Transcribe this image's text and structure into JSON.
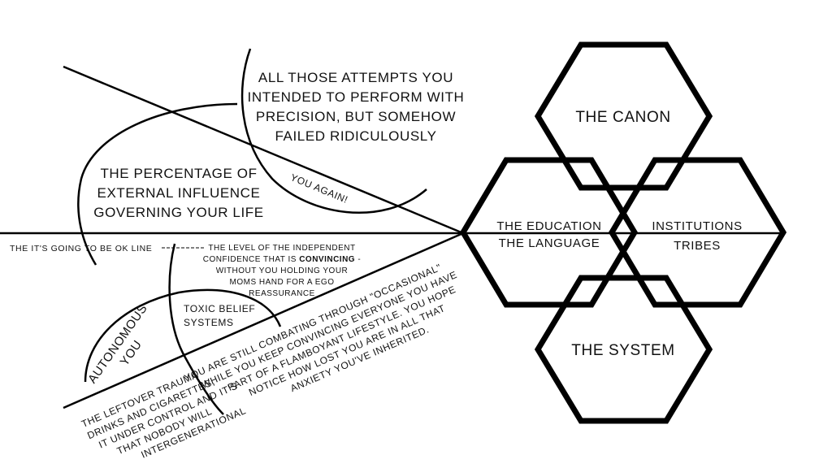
{
  "hexagons": {
    "top": "THE CANON",
    "left_line1": "THE EDUCATION",
    "left_line2": "THE LANGUAGE",
    "right_line1": "INSTITUTIONS",
    "right_line2": "TRIBES",
    "bottom": "THE SYSTEM"
  },
  "attempts": {
    "line1": "ALL THOSE ATTEMPTS YOU",
    "line2": "INTENDED TO PERFORM WITH",
    "line3": "PRECISION, BUT SOMEHOW",
    "line4": "FAILED RIDICULOUSLY"
  },
  "you_again": "YOU AGAIN!",
  "influence": {
    "line1": "THE PERCENTAGE OF",
    "line2": "EXTERNAL INFLUENCE",
    "line3": "GOVERNING YOUR LIFE"
  },
  "ok_line": "THE IT'S GOING TO BE OK LINE",
  "confidence": {
    "line1": "THE LEVEL OF THE INDEPENDENT",
    "line2_a": "CONFIDENCE THAT IS ",
    "line2_b": "CONVINCING",
    "line2_c": " -",
    "line3": "WITHOUT YOU HOLDING YOUR",
    "line4": "MOMS HAND FOR A EGO",
    "line5": "REASSURANCE"
  },
  "toxic": {
    "line1": "TOXIC BELIEF",
    "line2": "SYSTEMS"
  },
  "autonomous": {
    "line1": "AUTONOMOUS",
    "line2": "YOU"
  },
  "combating": {
    "line1": "YOU ARE STILL COMBATING  THROUGH \"OCCASIONAL\"",
    "line2": "WHILE YOU KEEP CONVINCING EVERYONE YOU HAVE",
    "line3": "PART OF A FLAMBOYANT LIFESTYLE. YOU HOPE",
    "line4": "NOTICE HOW  LOST YOU ARE IN ALL THAT",
    "line5": "ANXIETY YOU'VE  INHERITED."
  },
  "leftover": {
    "line1": "THE LEFTOVER TRAUMA",
    "line2": "DRINKS AND CIGARETTES,",
    "line3": "IT UNDER CONTROL AND IT'S",
    "line4": "THAT NOBODY WILL",
    "line5": "INTERGENERATIONAL"
  }
}
